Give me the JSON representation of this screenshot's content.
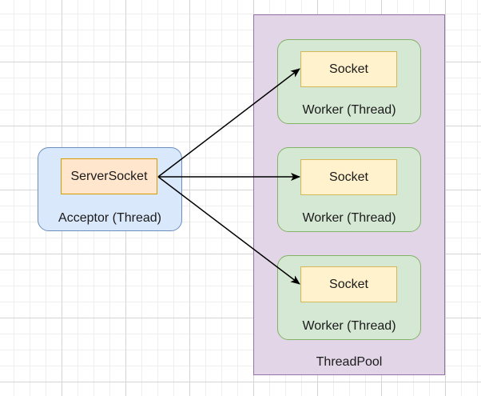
{
  "threadpool": {
    "label": "ThreadPool"
  },
  "acceptor": {
    "label": "Acceptor (Thread)",
    "serversocket_label": "ServerSocket"
  },
  "workers": [
    {
      "label": "Worker (Thread)",
      "socket_label": "Socket"
    },
    {
      "label": "Worker (Thread)",
      "socket_label": "Socket"
    },
    {
      "label": "Worker (Thread)",
      "socket_label": "Socket"
    }
  ],
  "colors": {
    "pool_fill": "#e1d5e7",
    "pool_stroke": "#9673a6",
    "worker_fill": "#d5e8d4",
    "worker_stroke": "#82b366",
    "acceptor_fill": "#dae8fc",
    "acceptor_stroke": "#6c8ebf",
    "socket_fill": "#fff2cc",
    "socket_stroke": "#d6b656",
    "serversocket_fill": "#ffe6cc",
    "serversocket_stroke": "#d79b00"
  }
}
